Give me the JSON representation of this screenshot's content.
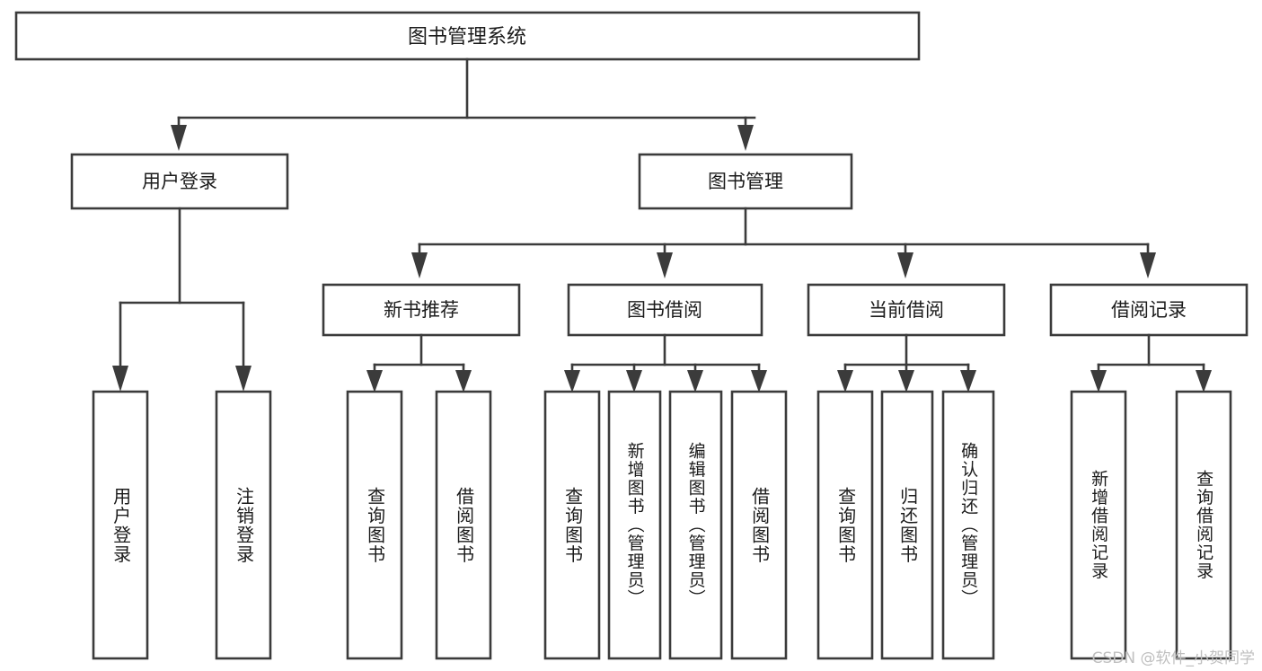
{
  "diagram": {
    "type": "tree-hierarchy-chart",
    "title": "图书管理系统",
    "background_color": "#ffffff",
    "line_color": "#3b3b3b",
    "text_color": "#1b1b1b",
    "levels": 4,
    "nodes": {
      "root": {
        "label": "图书管理系统"
      },
      "level2": [
        {
          "id": "user-login",
          "label": "用户登录"
        },
        {
          "id": "book-manage",
          "label": "图书管理"
        }
      ],
      "level3": [
        {
          "id": "new-book-recommend",
          "label": "新书推荐",
          "parent": "book-manage"
        },
        {
          "id": "book-borrow",
          "label": "图书借阅",
          "parent": "book-manage"
        },
        {
          "id": "current-borrow",
          "label": "当前借阅",
          "parent": "book-manage"
        },
        {
          "id": "borrow-record",
          "label": "借阅记录",
          "parent": "book-manage"
        }
      ],
      "leaves": [
        {
          "id": "leaf-user-login",
          "label": "用户登录",
          "parent": "user-login"
        },
        {
          "id": "leaf-logout",
          "label": "注销登录",
          "parent": "user-login"
        },
        {
          "id": "leaf-query-book-1",
          "label": "查询图书",
          "parent": "new-book-recommend"
        },
        {
          "id": "leaf-borrow-book-1",
          "label": "借阅图书",
          "parent": "new-book-recommend"
        },
        {
          "id": "leaf-query-book-2",
          "label": "查询图书",
          "parent": "book-borrow"
        },
        {
          "id": "leaf-add-book",
          "label": "新增图书（管理员）",
          "parent": "book-borrow"
        },
        {
          "id": "leaf-edit-book",
          "label": "编辑图书（管理员）",
          "parent": "book-borrow"
        },
        {
          "id": "leaf-borrow-book-2",
          "label": "借阅图书",
          "parent": "book-borrow"
        },
        {
          "id": "leaf-query-book-3",
          "label": "查询图书",
          "parent": "current-borrow"
        },
        {
          "id": "leaf-return-book",
          "label": "归还图书",
          "parent": "current-borrow"
        },
        {
          "id": "leaf-confirm-return",
          "label": "确认归还（管理员）",
          "parent": "current-borrow"
        },
        {
          "id": "leaf-add-record",
          "label": "新增借阅记录",
          "parent": "borrow-record"
        },
        {
          "id": "leaf-query-record",
          "label": "查询借阅记录",
          "parent": "borrow-record"
        }
      ]
    }
  },
  "watermark": {
    "text": "CSDN @软件_小贺同学"
  }
}
